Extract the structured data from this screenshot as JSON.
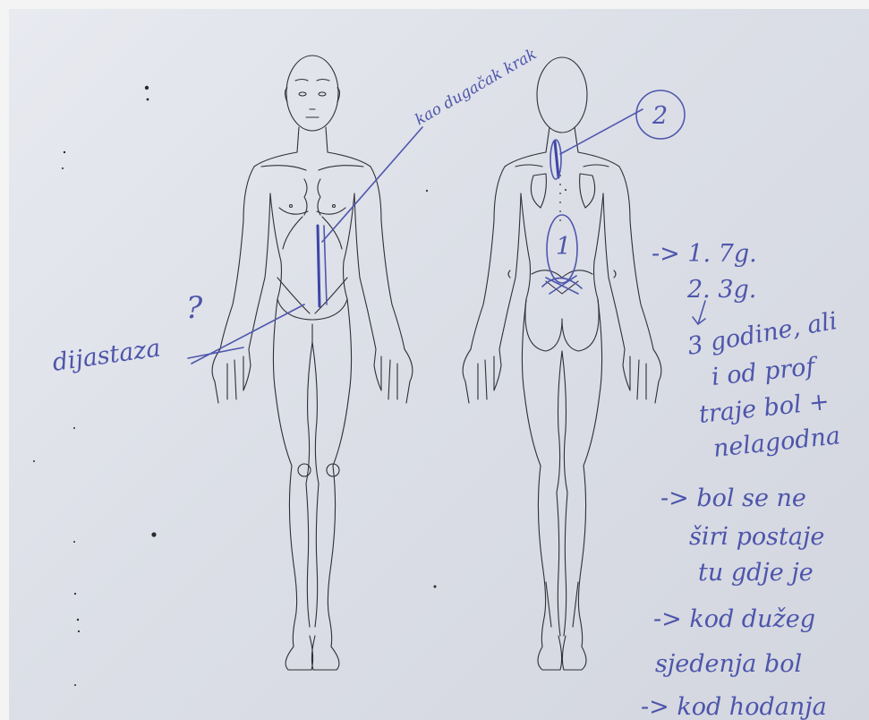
{
  "document": {
    "annotations": {
      "upper_note": "kao dugačak krak",
      "diastasis_question": "?",
      "diastasis_label": "dijastaza",
      "mark_two": "2",
      "mark_one": "1",
      "notes": [
        "-> 1. 7g.",
        "2. 3g.",
        "3 godine, ali",
        "i od prof",
        "traje bol +",
        "nelagodna",
        "-> bol se ne",
        "širi postaje",
        "tu gdje je",
        "-> kod dužeg",
        "sjedenja bol",
        "-> kod hodanja"
      ]
    },
    "colors": {
      "ink": "#4d55ab",
      "line_art": "#2f2f38",
      "paper": "#dcdfe7"
    }
  }
}
